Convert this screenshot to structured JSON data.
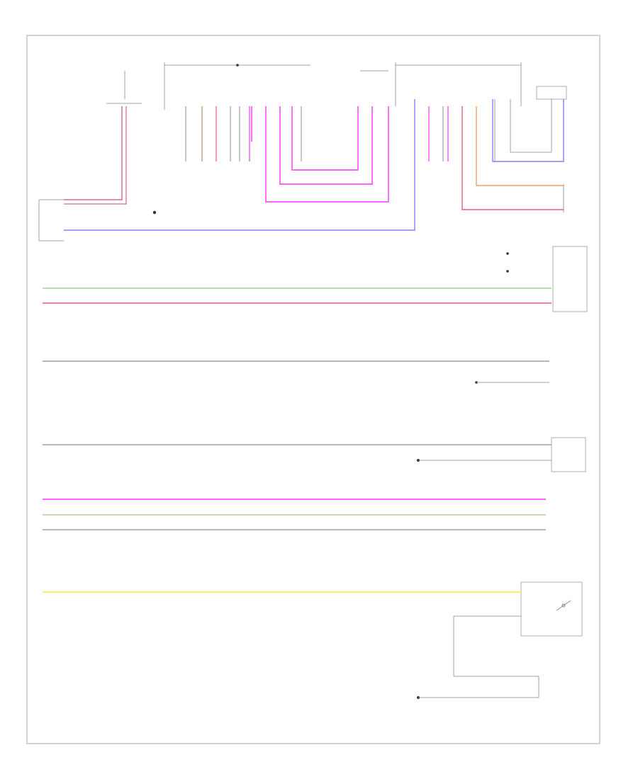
{
  "diagram": {
    "footer_code": "",
    "colors": {
      "pink": "#e0609a",
      "magenta": "#ff33ff",
      "green": "#8fdf8f",
      "red": "#ec5a78",
      "gray": "#a0a0a0",
      "olive": "#c8c890",
      "yellow": "#eeee30",
      "blue": "#8080ff",
      "orange": "#f0a060",
      "brown": "#b09060"
    },
    "wires": [
      {
        "name": "wire-pink-top-left",
        "color": "pink"
      },
      {
        "name": "wire-blue-top",
        "color": "blue"
      },
      {
        "name": "wire-green-bus",
        "color": "green"
      },
      {
        "name": "wire-red-bus",
        "color": "red"
      },
      {
        "name": "wire-gray-bus-1",
        "color": "gray"
      },
      {
        "name": "wire-gray-bus-2",
        "color": "gray"
      },
      {
        "name": "wire-magenta-bus",
        "color": "magenta"
      },
      {
        "name": "wire-olive-bus",
        "color": "olive"
      },
      {
        "name": "wire-gray-bus-3",
        "color": "gray"
      },
      {
        "name": "wire-yellow-bus",
        "color": "yellow"
      },
      {
        "name": "wire-magenta-loop",
        "color": "magenta"
      },
      {
        "name": "wire-orange-right",
        "color": "orange"
      },
      {
        "name": "wire-red-right",
        "color": "red"
      },
      {
        "name": "wire-blue-right",
        "color": "blue"
      }
    ]
  }
}
